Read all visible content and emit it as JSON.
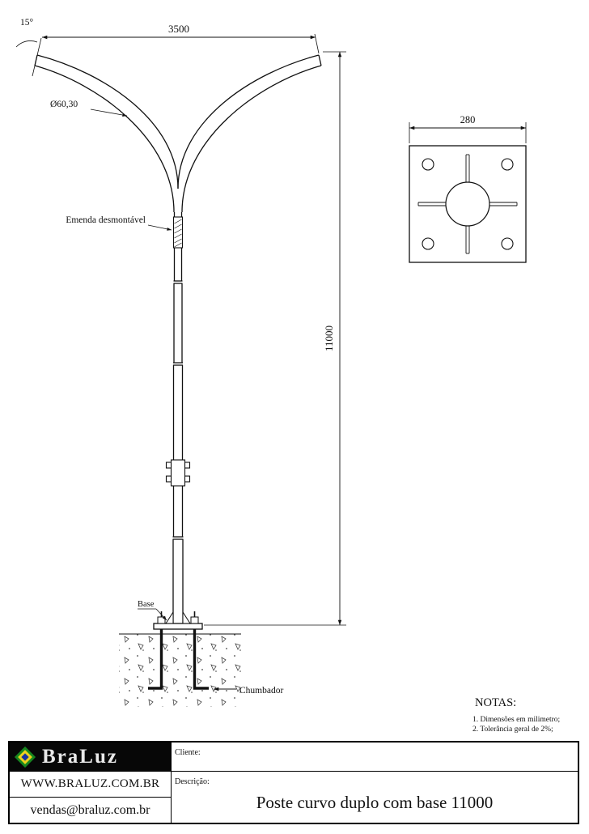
{
  "drawing": {
    "dims": {
      "arm_span": "3500",
      "tip_angle": "15°",
      "arm_diameter": "Ø60,30",
      "pole_height": "11000",
      "plate_size": "280"
    },
    "labels": {
      "splice": "Emenda desmontável",
      "base": "Base",
      "anchor": "Chumbador"
    },
    "notes": {
      "title": "NOTAS:",
      "items": [
        "1. Dimensões em milimetro;",
        "2. Tolerância geral de 2%;"
      ]
    }
  },
  "title_block": {
    "logo_text": "BraLuz",
    "website": "WWW.BRALUZ.COM.BR",
    "email": "vendas@braluz.com.br",
    "client_label": "Cliente:",
    "description_label": "Descrição:",
    "description": "Poste  curvo duplo com base 11000"
  },
  "colors": {
    "line": "#111111",
    "logo_green": "#17861f",
    "logo_yellow": "#ecd11c",
    "logo_blue": "#1733a0"
  }
}
